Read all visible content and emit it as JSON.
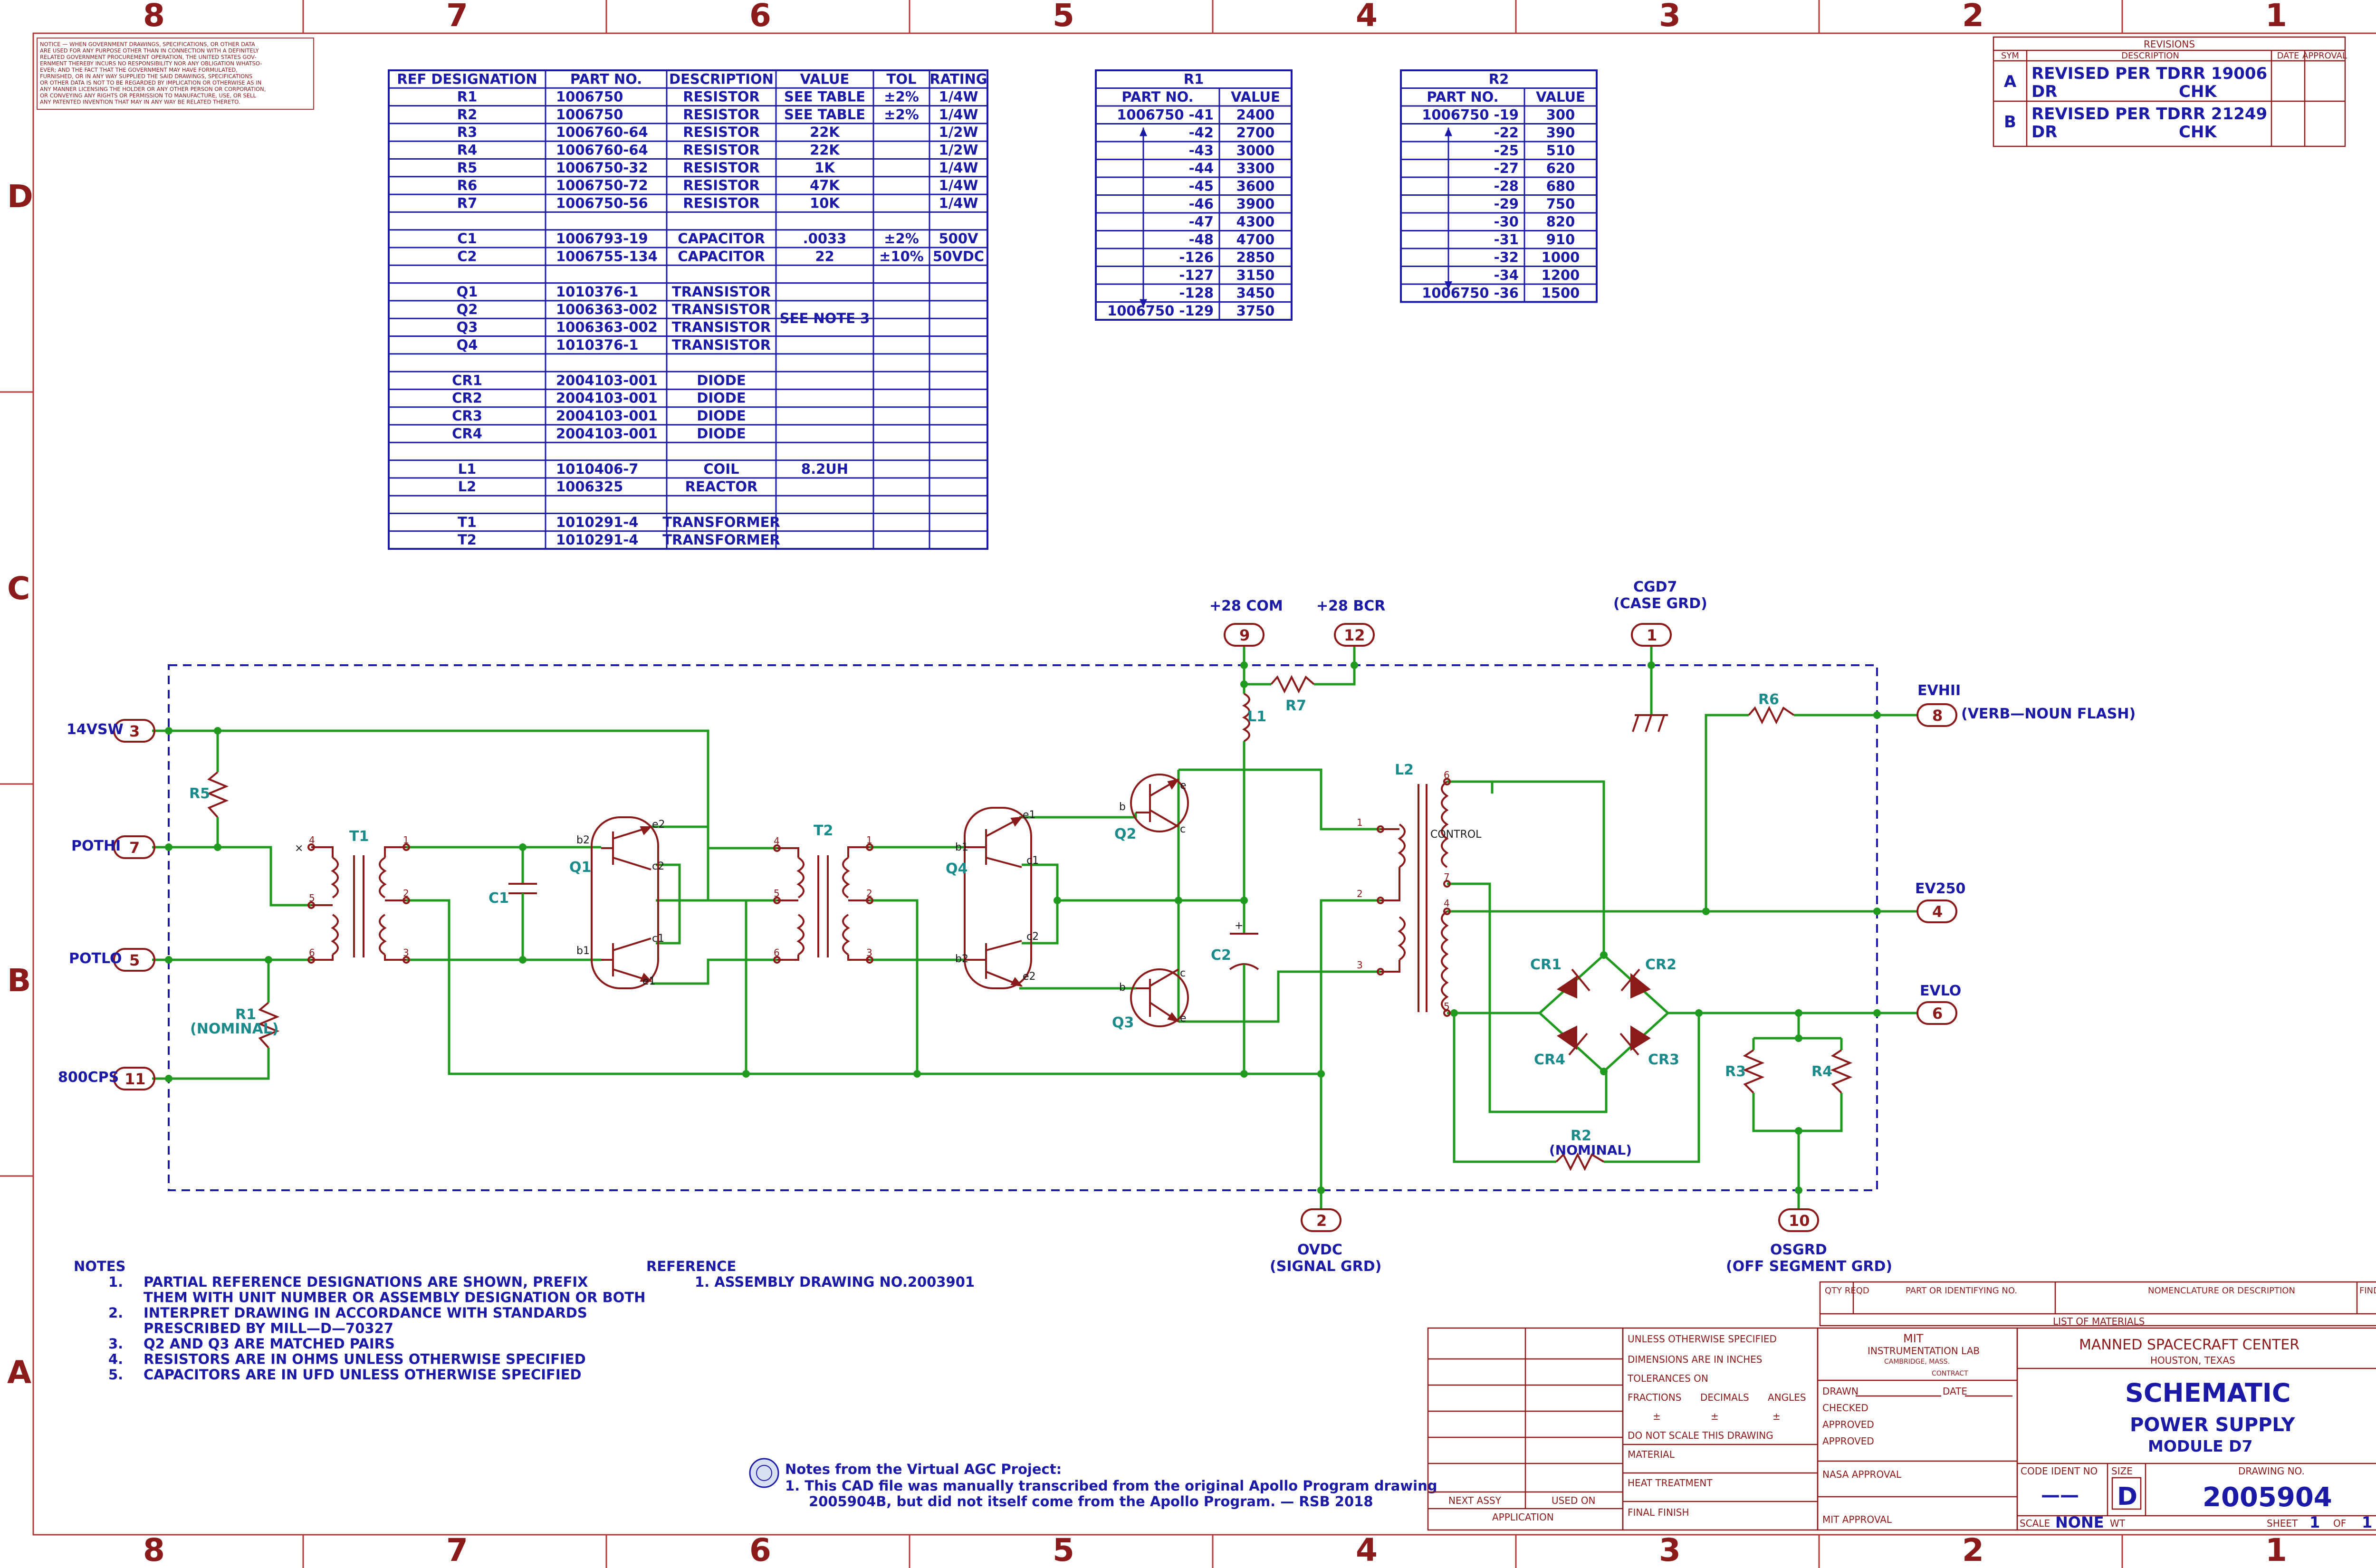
{
  "zones": {
    "columns": [
      "8",
      "7",
      "6",
      "5",
      "4",
      "3",
      "2",
      "1"
    ],
    "rows": [
      "D",
      "C",
      "B",
      "A"
    ]
  },
  "notice": [
    "NOTICE — WHEN GOVERNMENT DRAWINGS, SPECIFICATIONS, OR OTHER DATA",
    "ARE USED FOR ANY PURPOSE OTHER THAN IN CONNECTION WITH A DEFINITELY",
    "RELATED GOVERNMENT PROCUREMENT OPERATION, THE UNITED STATES GOV-",
    "ERNMENT THEREBY INCURS NO RESPONSIBILITY NOR ANY OBLIGATION WHATSO-",
    "EVER; AND THE FACT THAT THE GOVERNMENT MAY HAVE FORMULATED,",
    "FURNISHED, OR IN ANY WAY SUPPLIED THE SAID DRAWINGS, SPECIFICATIONS",
    "OR OTHER DATA IS NOT TO BE REGARDED BY IMPLICATION OR OTHERWISE AS IN",
    "ANY MANNER LICENSING THE HOLDER OR ANY OTHER PERSON OR CORPORATION,",
    "OR CONVEYING ANY RIGHTS OR PERMISSION TO MANUFACTURE, USE, OR SELL",
    "ANY PATENTED INVENTION THAT MAY IN ANY WAY BE RELATED THERETO."
  ],
  "parts_table": {
    "headers": [
      "REF DESIGNATION",
      "PART NO.",
      "DESCRIPTION",
      "VALUE",
      "TOL",
      "RATING"
    ],
    "rows": [
      [
        "R1",
        "1006750",
        "RESISTOR",
        "SEE TABLE",
        "±2%",
        "1/4W"
      ],
      [
        "R2",
        "1006750",
        "RESISTOR",
        "SEE TABLE",
        "±2%",
        "1/4W"
      ],
      [
        "R3",
        "1006760-64",
        "RESISTOR",
        "22K",
        "",
        "1/2W"
      ],
      [
        "R4",
        "1006760-64",
        "RESISTOR",
        "22K",
        "",
        "1/2W"
      ],
      [
        "R5",
        "1006750-32",
        "RESISTOR",
        "1K",
        "",
        "1/4W"
      ],
      [
        "R6",
        "1006750-72",
        "RESISTOR",
        "47K",
        "",
        "1/4W"
      ],
      [
        "R7",
        "1006750-56",
        "RESISTOR",
        "10K",
        "",
        "1/4W"
      ],
      [
        "",
        "",
        "",
        "",
        "",
        ""
      ],
      [
        "C1",
        "1006793-19",
        "CAPACITOR",
        ".0033",
        "±2%",
        "500V"
      ],
      [
        "C2",
        "1006755-134",
        "CAPACITOR",
        "22",
        "±10%",
        "50VDC"
      ],
      [
        "",
        "",
        "",
        "",
        "",
        ""
      ],
      [
        "Q1",
        "1010376-1",
        "TRANSISTOR",
        "",
        "",
        ""
      ],
      [
        "Q2",
        "1006363-002",
        "TRANSISTOR",
        "SEE NOTE 3",
        "",
        ""
      ],
      [
        "Q3",
        "1006363-002",
        "TRANSISTOR",
        "",
        "",
        ""
      ],
      [
        "Q4",
        "1010376-1",
        "TRANSISTOR",
        "",
        "",
        ""
      ],
      [
        "",
        "",
        "",
        "",
        "",
        ""
      ],
      [
        "CR1",
        "2004103-001",
        "DIODE",
        "",
        "",
        ""
      ],
      [
        "CR2",
        "2004103-001",
        "DIODE",
        "",
        "",
        ""
      ],
      [
        "CR3",
        "2004103-001",
        "DIODE",
        "",
        "",
        ""
      ],
      [
        "CR4",
        "2004103-001",
        "DIODE",
        "",
        "",
        ""
      ],
      [
        "",
        "",
        "",
        "",
        "",
        ""
      ],
      [
        "L1",
        "1010406-7",
        "COIL",
        "8.2UH",
        "",
        ""
      ],
      [
        "L2",
        "1006325",
        "REACTOR",
        "",
        "",
        ""
      ],
      [
        "",
        "",
        "",
        "",
        "",
        ""
      ],
      [
        "T1",
        "1010291-4",
        "TRANSFORMER",
        "",
        "",
        ""
      ],
      [
        "T2",
        "1010291-4",
        "TRANSFORMER",
        "",
        "",
        ""
      ]
    ]
  },
  "r1_table": {
    "title": "R1",
    "headers": [
      "PART NO.",
      "VALUE"
    ],
    "rows": [
      [
        "1006750 -41",
        "2400"
      ],
      [
        "-42",
        "2700"
      ],
      [
        "-43",
        "3000"
      ],
      [
        "-44",
        "3300"
      ],
      [
        "-45",
        "3600"
      ],
      [
        "-46",
        "3900"
      ],
      [
        "-47",
        "4300"
      ],
      [
        "-48",
        "4700"
      ],
      [
        "-126",
        "2850"
      ],
      [
        "-127",
        "3150"
      ],
      [
        "-128",
        "3450"
      ],
      [
        "1006750 -129",
        "3750"
      ]
    ]
  },
  "r2_table": {
    "title": "R2",
    "headers": [
      "PART NO.",
      "VALUE"
    ],
    "rows": [
      [
        "1006750 -19",
        "300"
      ],
      [
        "-22",
        "390"
      ],
      [
        "-25",
        "510"
      ],
      [
        "-27",
        "620"
      ],
      [
        "-28",
        "680"
      ],
      [
        "-29",
        "750"
      ],
      [
        "-30",
        "820"
      ],
      [
        "-31",
        "910"
      ],
      [
        "-32",
        "1000"
      ],
      [
        "-34",
        "1200"
      ],
      [
        "1006750 -36",
        "1500"
      ]
    ]
  },
  "revisions": {
    "title": "REVISIONS",
    "headers": [
      "SYM",
      "DESCRIPTION",
      "DATE",
      "APPROVAL"
    ],
    "rows": [
      {
        "sym": "A",
        "desc": "REVISED PER TDRR 19006",
        "dr": "DR",
        "chk": "CHK"
      },
      {
        "sym": "B",
        "desc": "REVISED PER TDRR 21249",
        "dr": "DR",
        "chk": "CHK"
      }
    ]
  },
  "schematic": {
    "connectors": [
      {
        "num": "3",
        "label": "14VSW"
      },
      {
        "num": "7",
        "label": "POTHI"
      },
      {
        "num": "5",
        "label": "POTLO"
      },
      {
        "num": "11",
        "label": "800CPS"
      },
      {
        "num": "9",
        "label": "+28 COM"
      },
      {
        "num": "12",
        "label": "+28 BCR"
      },
      {
        "num": "1",
        "label": "CGD7",
        "sublabel": "(CASE GRD)"
      },
      {
        "num": "8",
        "label": "EVHII",
        "sublabel": "(VERB—NOUN FLASH)"
      },
      {
        "num": "4",
        "label": "EV250"
      },
      {
        "num": "6",
        "label": "EVLO"
      },
      {
        "num": "2",
        "label": "OVDC",
        "sublabel": "(SIGNAL GRD)"
      },
      {
        "num": "10",
        "label": "OSGRD",
        "sublabel": "(OFF SEGMENT GRD)"
      }
    ],
    "refs": {
      "R1": "R1",
      "R1_note": "(NOMINAL)",
      "R2": "R2",
      "R2_note": "(NOMINAL)",
      "R3": "R3",
      "R4": "R4",
      "R5": "R5",
      "R6": "R6",
      "R7": "R7",
      "C1": "C1",
      "C2": "C2",
      "L1": "L1",
      "L2": "L2",
      "L2_control": "CONTROL",
      "T1": "T1",
      "T2": "T2",
      "Q1": "Q1",
      "Q2": "Q2",
      "Q3": "Q3",
      "Q4": "Q4",
      "CR1": "CR1",
      "CR2": "CR2",
      "CR3": "CR3",
      "CR4": "CR4"
    }
  },
  "notes": {
    "title": "NOTES",
    "items": [
      {
        "n": "1.",
        "lines": [
          "PARTIAL REFERENCE DESIGNATIONS ARE SHOWN, PREFIX",
          "THEM WITH UNIT NUMBER OR ASSEMBLY DESIGNATION OR BOTH"
        ]
      },
      {
        "n": "2.",
        "lines": [
          "INTERPRET DRAWING IN ACCORDANCE WITH STANDARDS",
          "PRESCRIBED BY MILL—D—70327"
        ]
      },
      {
        "n": "3.",
        "lines": [
          "Q2 AND Q3 ARE MATCHED PAIRS"
        ]
      },
      {
        "n": "4.",
        "lines": [
          "RESISTORS ARE IN OHMS UNLESS OTHERWISE SPECIFIED"
        ]
      },
      {
        "n": "5.",
        "lines": [
          "CAPACITORS ARE IN UFD UNLESS OTHERWISE SPECIFIED"
        ]
      }
    ]
  },
  "reference": {
    "title": "REFERENCE",
    "line": "1. ASSEMBLY DRAWING NO.2003901"
  },
  "vagc_notes": {
    "title": "Notes from the Virtual AGC Project:",
    "lines": [
      "1. This CAD file was manually transcribed from the original Apollo Program drawing",
      "2005904B, but did not itself come from the Apollo Program. — RSB 2018"
    ]
  },
  "title_block": {
    "list_headers": [
      "QTY REQD",
      "PART OR IDENTIFYING NO.",
      "NOMENCLATURE OR DESCRIPTION",
      "FIND NO."
    ],
    "list_title": "LIST OF MATERIALS",
    "next_assy": "NEXT ASSY",
    "used_on": "USED ON",
    "application": "APPLICATION",
    "spec_lines": [
      "UNLESS OTHERWISE SPECIFIED",
      "DIMENSIONS ARE IN INCHES",
      "TOLERANCES ON",
      "FRACTIONS",
      "DECIMALS",
      "ANGLES",
      "±",
      "±",
      "±",
      "DO NOT SCALE THIS DRAWING",
      "MATERIAL",
      "HEAT TREATMENT",
      "FINAL FINISH"
    ],
    "mit": "MIT",
    "lab": "INSTRUMENTATION LAB",
    "lab_loc": "CAMBRIDGE, MASS.",
    "contract": "CONTRACT",
    "sign_rows": [
      "DRAWN",
      "CHECKED",
      "APPROVED",
      "APPROVED"
    ],
    "date": "DATE",
    "nasa_approval": "NASA APPROVAL",
    "mit_approval": "MIT APPROVAL",
    "org": "MANNED SPACECRAFT CENTER",
    "org_loc": "HOUSTON,   TEXAS",
    "title1": "SCHEMATIC",
    "title2": "POWER SUPPLY",
    "title3": "MODULE D7",
    "code_ident_label": "CODE IDENT NO",
    "code_ident": "——",
    "size_label": "SIZE",
    "size": "D",
    "drawing_no_label": "DRAWING NO.",
    "drawing_no": "2005904",
    "scale_label": "SCALE",
    "scale": "NONE",
    "wt_label": "WT",
    "sheet_label": "SHEET",
    "sheet": "1",
    "of_label": "OF",
    "of": "1"
  }
}
